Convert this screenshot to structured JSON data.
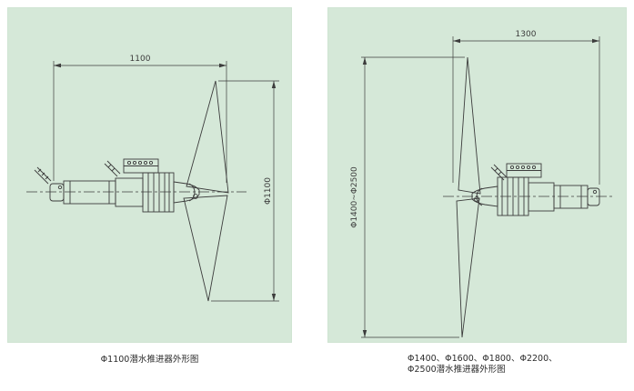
{
  "page": {
    "panel_bg": "#d5e8d8",
    "line_color": "#3c3c3c",
    "background": "#ffffff"
  },
  "left_drawing": {
    "dim_length": "1100",
    "dim_diameter": "Φ1100",
    "caption": "Φ1100潜水推进器外形图"
  },
  "right_drawing": {
    "dim_length": "1300",
    "dim_diameter": "Φ1400~Φ2500",
    "caption_line1": "Φ1400、Φ1600、Φ1800、Φ2200、",
    "caption_line2": "Φ2500潜水推进器外形图"
  }
}
